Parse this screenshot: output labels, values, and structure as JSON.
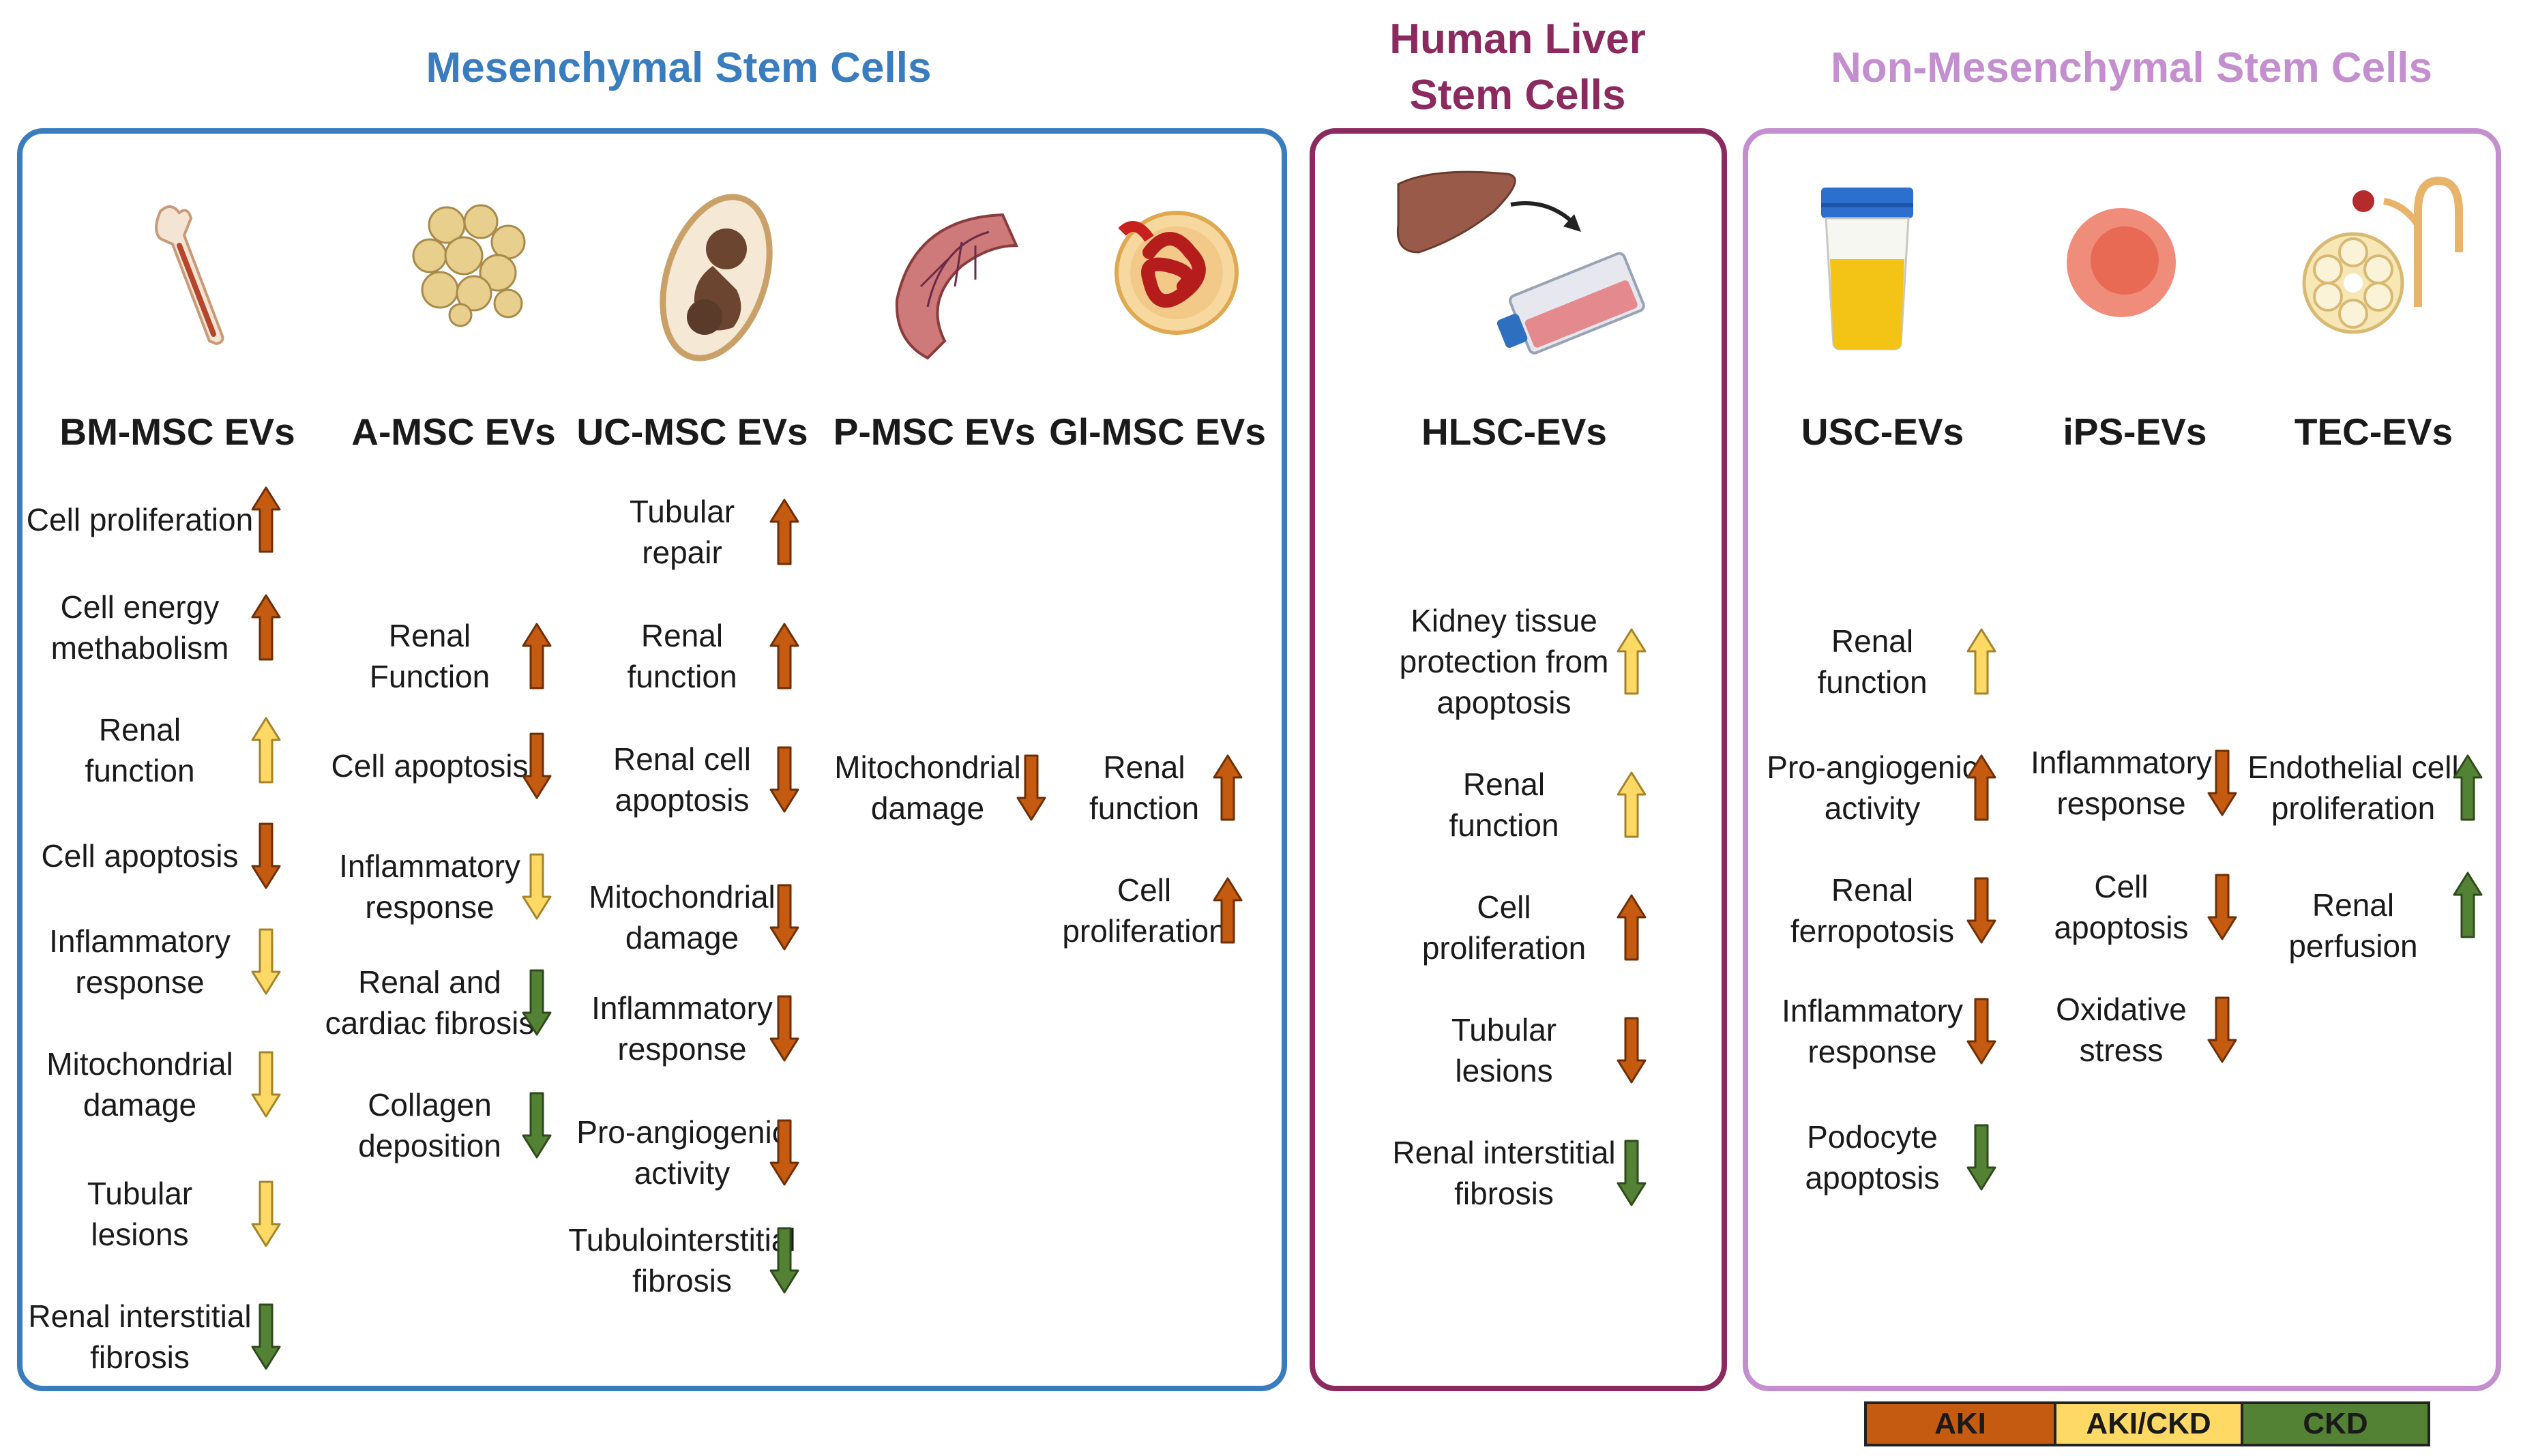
{
  "titles": {
    "msc": "Mesenchymal Stem Cells",
    "hlsc_line1": "Human Liver",
    "hlsc_line2": "Stem Cells",
    "non_msc": "Non-Mesenchymal Stem Cells"
  },
  "colors": {
    "msc": "#3a7dbf",
    "hlsc": "#8b2a5f",
    "non_msc": "#c48fcf",
    "aki": "#c55a11",
    "aki_ckd": "#ffd966",
    "ckd": "#548235"
  },
  "columns": [
    {
      "header": "BM-MSC EVs",
      "icon": "bone-icon",
      "items": [
        {
          "label": "Cell proliferation",
          "dir": "up",
          "cls": "aki"
        },
        {
          "label": "Cell energy\nmethabolism",
          "dir": "up",
          "cls": "aki"
        },
        {
          "label": "Renal\nfunction",
          "dir": "up",
          "cls": "aki_ckd"
        },
        {
          "label": "Cell apoptosis",
          "dir": "down",
          "cls": "aki"
        },
        {
          "label": "Inflammatory\nresponse",
          "dir": "down",
          "cls": "aki_ckd"
        },
        {
          "label": "Mitochondrial\ndamage",
          "dir": "down",
          "cls": "aki_ckd"
        },
        {
          "label": "Tubular\nlesions",
          "dir": "down",
          "cls": "aki_ckd"
        },
        {
          "label": "Renal interstitial\nfibrosis",
          "dir": "down",
          "cls": "ckd"
        }
      ]
    },
    {
      "header": "A-MSC EVs",
      "icon": "adipose-tissue-icon",
      "items": [
        {
          "label": "Renal\nFunction",
          "dir": "up",
          "cls": "aki"
        },
        {
          "label": "Cell apoptosis",
          "dir": "down",
          "cls": "aki"
        },
        {
          "label": "Inflammatory\nresponse",
          "dir": "down",
          "cls": "aki_ckd"
        },
        {
          "label": "Renal and\ncardiac fibrosis",
          "dir": "down",
          "cls": "ckd"
        },
        {
          "label": "Collagen\ndeposition",
          "dir": "down",
          "cls": "ckd"
        }
      ]
    },
    {
      "header": "UC-MSC EVs",
      "icon": "umbilical-cord-fetus-icon",
      "items": [
        {
          "label": "Tubular\nrepair",
          "dir": "up",
          "cls": "aki"
        },
        {
          "label": "Renal\nfunction",
          "dir": "up",
          "cls": "aki"
        },
        {
          "label": "Renal cell\napoptosis",
          "dir": "down",
          "cls": "aki"
        },
        {
          "label": "Mitochondrial\ndamage",
          "dir": "down",
          "cls": "aki"
        },
        {
          "label": "Inflammatory\nresponse",
          "dir": "down",
          "cls": "aki"
        },
        {
          "label": "Pro-angiogenic\nactivity",
          "dir": "down",
          "cls": "aki"
        },
        {
          "label": "Tubulointerstitial\nfibrosis",
          "dir": "down",
          "cls": "ckd"
        }
      ]
    },
    {
      "header": "P-MSC EVs",
      "icon": "placenta-icon",
      "items": [
        {
          "label": "Mitochondrial\ndamage",
          "dir": "down",
          "cls": "aki"
        }
      ]
    },
    {
      "header": "Gl-MSC EVs",
      "icon": "glomerulus-icon",
      "items": [
        {
          "label": "Renal\nfunction",
          "dir": "up",
          "cls": "aki"
        },
        {
          "label": "Cell\nproliferation",
          "dir": "up",
          "cls": "aki"
        }
      ]
    },
    {
      "header": "HLSC-EVs",
      "icon": "liver-to-flask-icon",
      "items": [
        {
          "label": "Kidney tissue\nprotection from\napoptosis",
          "dir": "up",
          "cls": "aki_ckd"
        },
        {
          "label": "Renal\nfunction",
          "dir": "up",
          "cls": "aki_ckd"
        },
        {
          "label": "Cell\nproliferation",
          "dir": "up",
          "cls": "aki"
        },
        {
          "label": "Tubular\nlesions",
          "dir": "down",
          "cls": "aki"
        },
        {
          "label": "Renal interstitial\nfibrosis",
          "dir": "down",
          "cls": "ckd"
        }
      ]
    },
    {
      "header": "USC-EVs",
      "icon": "urine-container-icon",
      "items": [
        {
          "label": "Renal\nfunction",
          "dir": "up",
          "cls": "aki_ckd"
        },
        {
          "label": "Pro-angiogenic\nactivity",
          "dir": "up",
          "cls": "aki"
        },
        {
          "label": "Renal\nferropotosis",
          "dir": "down",
          "cls": "aki"
        },
        {
          "label": "Inflammatory\nresponse",
          "dir": "down",
          "cls": "aki"
        },
        {
          "label": "Podocyte\napoptosis",
          "dir": "down",
          "cls": "ckd"
        }
      ]
    },
    {
      "header": "iPS-EVs",
      "icon": "cell-icon",
      "items": [
        {
          "label": "Inflammatory\nresponse",
          "dir": "down",
          "cls": "aki"
        },
        {
          "label": "Cell\napoptosis",
          "dir": "down",
          "cls": "aki"
        },
        {
          "label": "Oxidative\nstress",
          "dir": "down",
          "cls": "aki"
        }
      ]
    },
    {
      "header": "TEC-EVs",
      "icon": "renal-tubule-icon",
      "items": [
        {
          "label": "Endothelial cell\nproliferation",
          "dir": "up",
          "cls": "ckd"
        },
        {
          "label": "Renal perfusion",
          "dir": "up",
          "cls": "ckd"
        }
      ]
    }
  ],
  "legend": [
    "AKI",
    "AKI/CKD",
    "CKD"
  ]
}
